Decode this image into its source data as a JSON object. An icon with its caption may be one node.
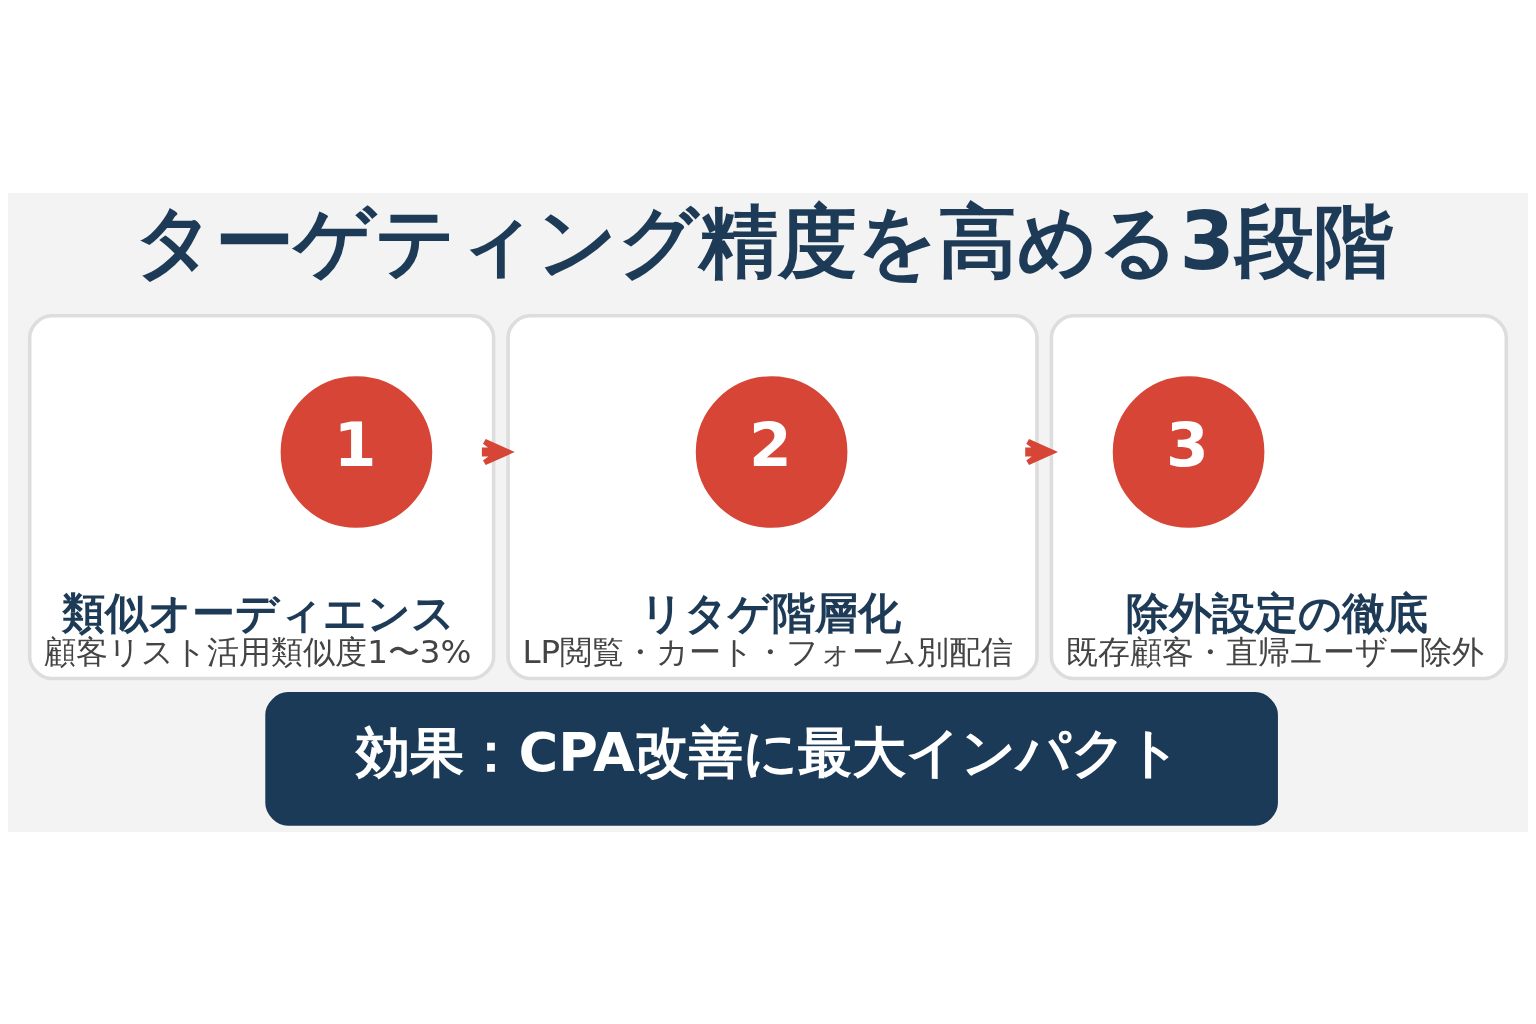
{
  "diagram": {
    "title": "ターゲティング精度を高める3段階",
    "nodes": [
      {
        "text": [
          "類似オーディエンス",
          "顧客リスト活用類似度1〜3%"
        ]
      },
      {
        "text": [
          "1"
        ],
        "in": 0
      },
      {
        "text": [
          "リタゲ階層化",
          "LP閲覧・カート・フォーム別配信"
        ]
      },
      {
        "text": [
          "2"
        ],
        "in": 2
      },
      {
        "text": [
          "除外設定の徹底",
          "既存顧客・直帰ユーザー除外"
        ]
      },
      {
        "text": [
          "3"
        ],
        "in": 4
      },
      {
        "text": [
          "効果：CPA改善に最大インパクト"
        ]
      }
    ],
    "edges": [
      {
        "from": 0,
        "to": 2,
        "arrow": "to"
      },
      {
        "from": 2,
        "to": 4,
        "arrow": "to"
      }
    ]
  }
}
